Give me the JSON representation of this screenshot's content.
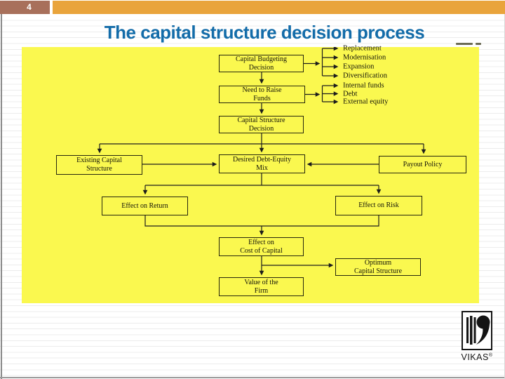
{
  "slide": {
    "page_number": "4",
    "title": "The capital structure decision process"
  },
  "colors": {
    "header_bar": "#E9A43C",
    "page_number_bg": "#A8705B",
    "title_text": "#136CA9",
    "diagram_bg": "#FAF84F"
  },
  "diagram": {
    "nodes": [
      {
        "id": "capital-budgeting-decision",
        "label": "Capital Budgeting\nDecision"
      },
      {
        "id": "need-to-raise-funds",
        "label": "Need to Raise\nFunds"
      },
      {
        "id": "capital-structure-decision",
        "label": "Capital Structure\nDecision"
      },
      {
        "id": "desired-debt-equity-mix",
        "label": "Desired Debt-Equity\nMix"
      },
      {
        "id": "existing-capital-structure",
        "label": "Existing Capital\nStructure"
      },
      {
        "id": "payout-policy",
        "label": "Payout Policy"
      },
      {
        "id": "effect-on-return",
        "label": "Effect on Return"
      },
      {
        "id": "effect-on-risk",
        "label": "Effect on Risk"
      },
      {
        "id": "effect-on-cost-of-capital",
        "label": "Effect on\nCost of Capital"
      },
      {
        "id": "optimum-capital-structure",
        "label": "Optimum\nCapital Structure"
      },
      {
        "id": "value-of-the-firm",
        "label": "Value of the\nFirm"
      }
    ],
    "branch_groups": [
      {
        "id": "capital-budgeting-options",
        "items": [
          "Replacement",
          "Modernisation",
          "Expansion",
          "Diversification"
        ]
      },
      {
        "id": "funding-sources",
        "items": [
          "Internal funds",
          "Debt",
          "External equity"
        ]
      }
    ]
  },
  "logo": {
    "brand": "VIKAS",
    "registered_mark": "®"
  }
}
